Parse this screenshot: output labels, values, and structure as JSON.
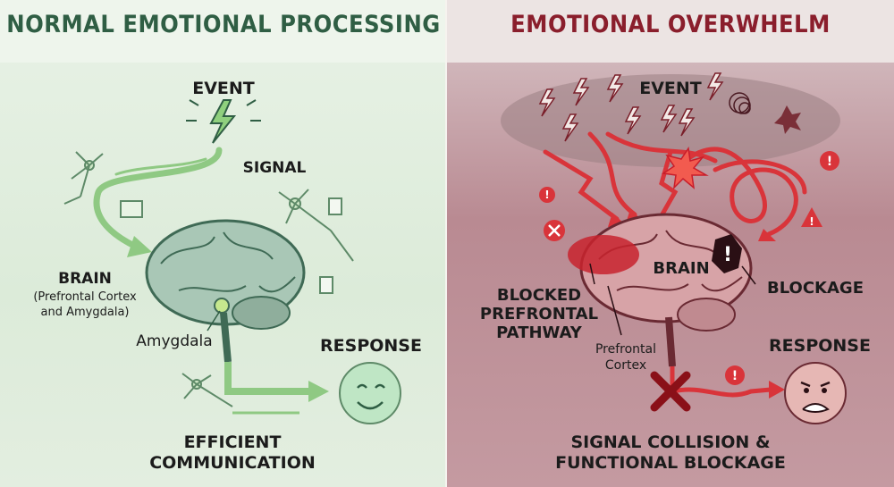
{
  "left": {
    "title": "NORMAL EMOTIONAL PROCESSING",
    "event": "EVENT",
    "signal": "SIGNAL",
    "brain": "BRAIN",
    "brain_sub1": "(Prefrontal Cortex",
    "brain_sub2": "and Amygdala)",
    "amygdala": "Amygdala",
    "response": "RESPONSE",
    "caption1": "EFFICIENT",
    "caption2": "COMMUNICATION"
  },
  "right": {
    "title": "EMOTIONAL OVERWHELM",
    "event": "EVENT",
    "brain": "BRAIN",
    "blocked1": "BLOCKED",
    "blocked2": "PREFRONTAL",
    "blocked3": "PATHWAY",
    "blockage": "BLOCKAGE",
    "prefrontal1": "Prefrontal",
    "prefrontal2": "Cortex",
    "response": "RESPONSE",
    "caption1": "SIGNAL COLLISION &",
    "caption2": "FUNCTIONAL BLOCKAGE"
  },
  "colors": {
    "green_title": "#2f5e44",
    "red_title": "#8a1e2c",
    "green_arrow": "#6fae6a",
    "red_arrow": "#d9343a"
  }
}
